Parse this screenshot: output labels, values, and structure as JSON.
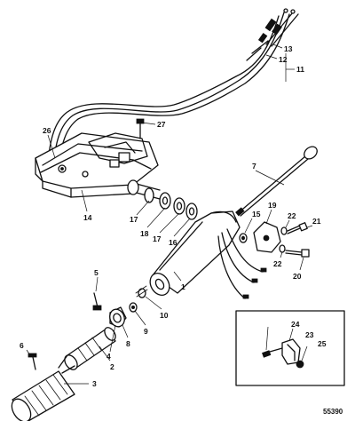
{
  "figure_number": "55390",
  "callouts": [
    {
      "id": "c1",
      "text": "1"
    },
    {
      "id": "c2",
      "text": "2"
    },
    {
      "id": "c3",
      "text": "3"
    },
    {
      "id": "c4",
      "text": "4"
    },
    {
      "id": "c5",
      "text": "5"
    },
    {
      "id": "c6",
      "text": "6"
    },
    {
      "id": "c7",
      "text": "7"
    },
    {
      "id": "c8",
      "text": "8"
    },
    {
      "id": "c9",
      "text": "9"
    },
    {
      "id": "c10",
      "text": "10"
    },
    {
      "id": "c11",
      "text": "11"
    },
    {
      "id": "c12",
      "text": "12"
    },
    {
      "id": "c13",
      "text": "13"
    },
    {
      "id": "c14",
      "text": "14"
    },
    {
      "id": "c15",
      "text": "15"
    },
    {
      "id": "c16",
      "text": "16"
    },
    {
      "id": "c17a",
      "text": "17"
    },
    {
      "id": "c17b",
      "text": "17"
    },
    {
      "id": "c18",
      "text": "18"
    },
    {
      "id": "c19",
      "text": "19"
    },
    {
      "id": "c20",
      "text": "20"
    },
    {
      "id": "c21",
      "text": "21"
    },
    {
      "id": "c22a",
      "text": "22"
    },
    {
      "id": "c22b",
      "text": "22"
    },
    {
      "id": "c23",
      "text": "23"
    },
    {
      "id": "c24",
      "text": "24"
    },
    {
      "id": "c25",
      "text": "25"
    },
    {
      "id": "c26",
      "text": "26"
    },
    {
      "id": "c27",
      "text": "27"
    }
  ]
}
